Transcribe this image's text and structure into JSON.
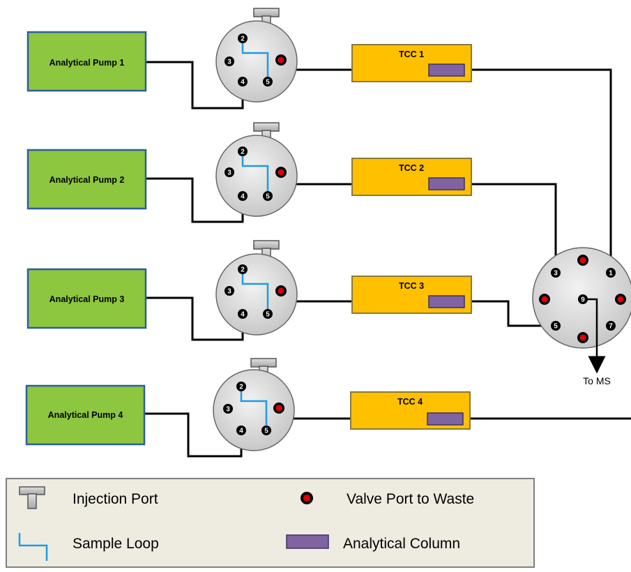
{
  "pumps": [
    {
      "label": "Analytical Pump 1"
    },
    {
      "label": "Analytical Pump 2"
    },
    {
      "label": "Analytical Pump 3"
    },
    {
      "label": "Analytical Pump 4"
    }
  ],
  "tcc": [
    {
      "label": "TCC 1"
    },
    {
      "label": "TCC 2"
    },
    {
      "label": "TCC 3"
    },
    {
      "label": "TCC 4"
    }
  ],
  "injection_valve_ports": [
    "2",
    "3",
    "4",
    "5"
  ],
  "selector_valve_ports": [
    "1",
    "3",
    "5",
    "7",
    "9"
  ],
  "outlet_label": "To MS",
  "legend": {
    "injection_port": "Injection Port",
    "sample_loop": "Sample Loop",
    "waste_port": "Valve Port to Waste",
    "column": "Analytical Column"
  },
  "colors": {
    "pump_fill": "#8dc63f",
    "pump_border": "#2e5d9e",
    "tcc_fill": "#ffc000",
    "tcc_border": "#8a7a3a",
    "column_fill": "#8064a2",
    "sample_loop": "#1f9bde",
    "waste_port": "#e00000",
    "valve_fill": "#d9d9d9",
    "legend_bg": "#eeece1"
  },
  "icons": [
    "injection-port-icon",
    "sample-loop-icon",
    "waste-port-icon",
    "column-icon"
  ]
}
